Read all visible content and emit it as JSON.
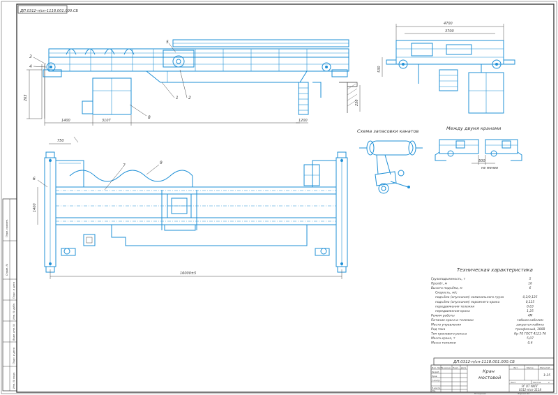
{
  "stamp_top": "ДП.0312-п/сп-1118.001.000.СБ",
  "section_titles": {
    "ropes": "Схема запасовки канатов",
    "between": "Между двумя кранами"
  },
  "dims_front": {
    "h_left": "263",
    "d1": "1400",
    "d2": "3107",
    "d3": "1200",
    "h_right": "250"
  },
  "dims_side": {
    "w1": "4700",
    "w2": "3700",
    "h": "530"
  },
  "dims_plan": {
    "d_top": "750",
    "d_total": "16000±5",
    "d_left": "1400"
  },
  "dim_between": {
    "value": "500",
    "note": "не менее"
  },
  "callouts_front": [
    "1",
    "2",
    "3",
    "4",
    "5",
    "8"
  ],
  "callouts_plan": [
    "6",
    "7",
    "9"
  ],
  "tech": {
    "heading": "Техническая характеристика",
    "rows": [
      {
        "label": "Грузоподъемность, т",
        "value": "5"
      },
      {
        "label": "Пролёт, м",
        "value": "16"
      },
      {
        "label": "Высота подъёма, м",
        "value": "6"
      },
      {
        "label": "Скорость, м/с",
        "value": ""
      },
      {
        "label": "подъёма (опускания) номинального груза",
        "value": "0,2/0,125"
      },
      {
        "label": "подъёма (опускания) порожнего крюка",
        "value": "0,125"
      },
      {
        "label": "передвижения тележки",
        "value": "0,63"
      },
      {
        "label": "передвижения крана",
        "value": "1,25"
      },
      {
        "label": "Режим работы",
        "value": "4М"
      },
      {
        "label": "Питание крана и тележки",
        "value": "гибким кабелем"
      },
      {
        "label": "Место управления",
        "value": "закрытая кабина"
      },
      {
        "label": "Род тока",
        "value": "трехфазный, 380В"
      },
      {
        "label": "Тип кранового рельса",
        "value": "Кр-70 ГОСТ 4121-76"
      },
      {
        "label": "Масса крана, т",
        "value": "5,07"
      },
      {
        "label": "Масса тележки",
        "value": "0,6"
      }
    ]
  },
  "title_block": {
    "doc_code": "ДП.0312-п/сп-1118.001.000.СБ",
    "name_line1": "Кран",
    "name_line2": "мостовой",
    "lit_header": "Лит.",
    "mass_header": "Масса",
    "scale_header": "Масштаб",
    "scale": "1:25",
    "sheet_label": "Лист",
    "sheets_label": "Листов",
    "sheets_total": "1",
    "org_line1": "РГ ОТ УИПГ",
    "org_line2": "0312-п/сп-1118",
    "roles": [
      "Изм. Лист",
      "Разраб.",
      "Пров.",
      "Т.контр.",
      "",
      "Н.контр.",
      "Утв."
    ],
    "col_doc": "№ докум.",
    "col_sign": "Подп.",
    "col_date": "Дата",
    "copied": "Копировал",
    "format": "Формат   А1"
  },
  "side_stamp": [
    "Перв. примен.",
    "Справ. №",
    "Подп. и дата",
    "Инв. № дубл.",
    "Взам. инв. №",
    "Подп. и дата",
    "Инв. № подл."
  ]
}
